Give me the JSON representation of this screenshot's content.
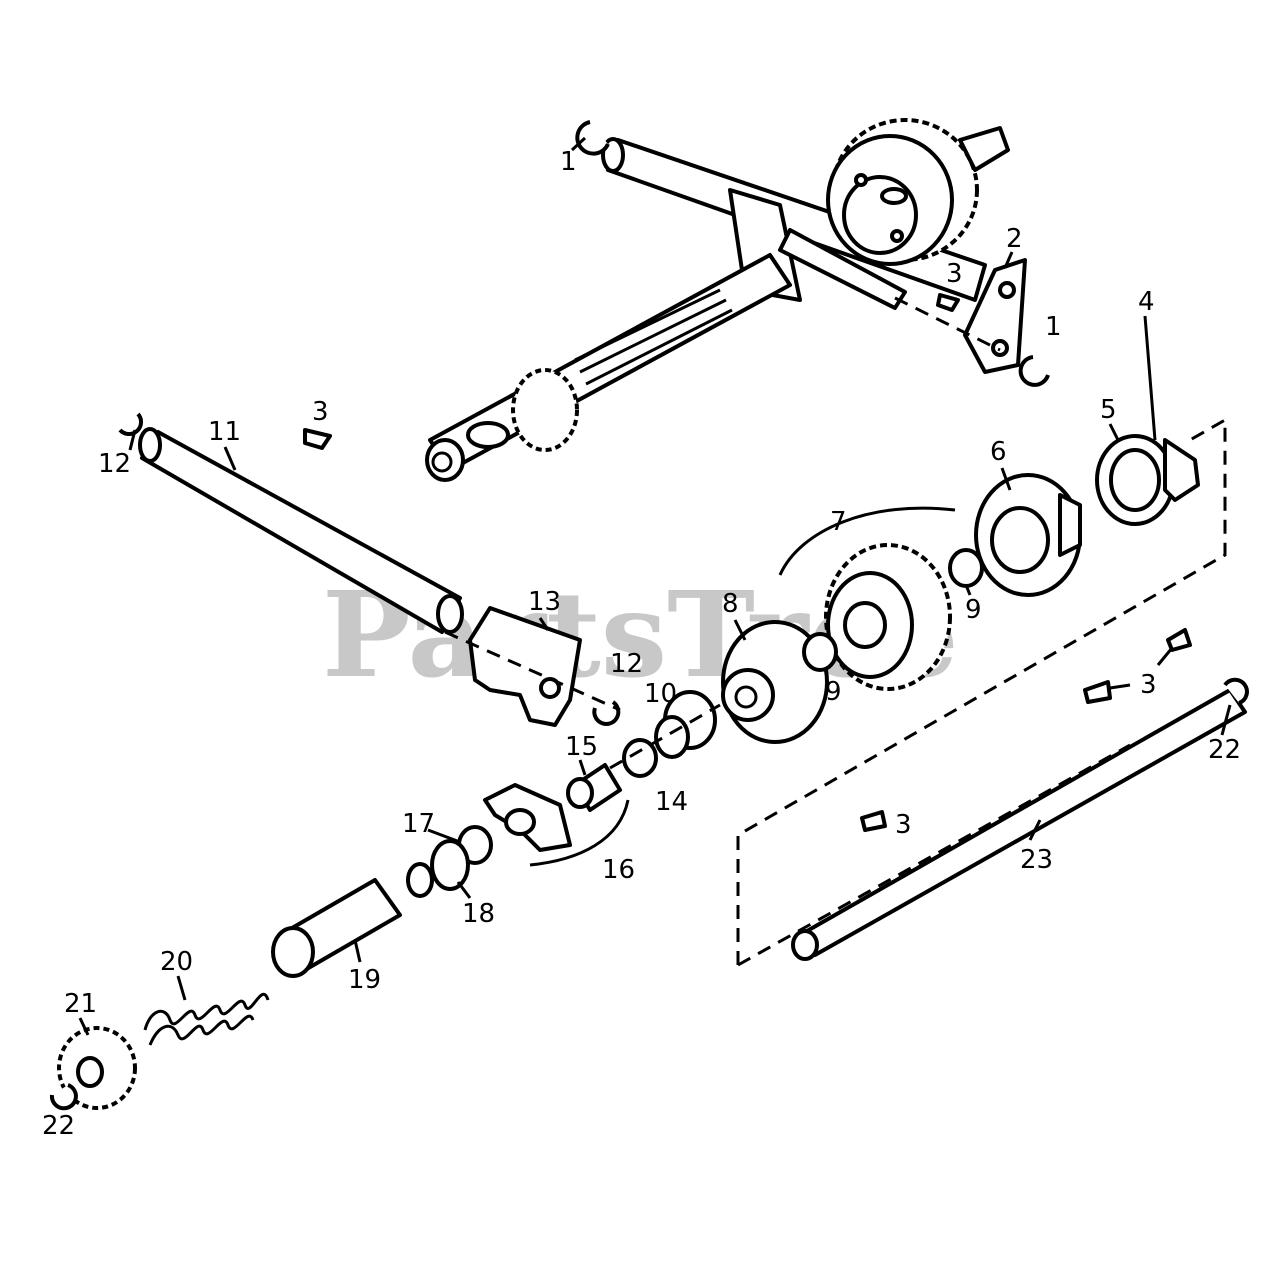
{
  "watermark": "PartsTree",
  "callouts": [
    {
      "id": "c1a",
      "text": "1"
    },
    {
      "id": "c2",
      "text": "2"
    },
    {
      "id": "c3a",
      "text": "3"
    },
    {
      "id": "c1b",
      "text": "1"
    },
    {
      "id": "c3b",
      "text": "3"
    },
    {
      "id": "c11",
      "text": "11"
    },
    {
      "id": "c12a",
      "text": "12"
    },
    {
      "id": "c4",
      "text": "4"
    },
    {
      "id": "c5",
      "text": "5"
    },
    {
      "id": "c6",
      "text": "6"
    },
    {
      "id": "c7",
      "text": "7"
    },
    {
      "id": "c8",
      "text": "8"
    },
    {
      "id": "c9a",
      "text": "9"
    },
    {
      "id": "c9b",
      "text": "9"
    },
    {
      "id": "c13",
      "text": "13"
    },
    {
      "id": "c12b",
      "text": "12"
    },
    {
      "id": "c10",
      "text": "10"
    },
    {
      "id": "c3c",
      "text": "3"
    },
    {
      "id": "c22a",
      "text": "22"
    },
    {
      "id": "c15",
      "text": "15"
    },
    {
      "id": "c14",
      "text": "14"
    },
    {
      "id": "c3d",
      "text": "3"
    },
    {
      "id": "c17",
      "text": "17"
    },
    {
      "id": "c16",
      "text": "16"
    },
    {
      "id": "c23",
      "text": "23"
    },
    {
      "id": "c18",
      "text": "18"
    },
    {
      "id": "c20",
      "text": "20"
    },
    {
      "id": "c19",
      "text": "19"
    },
    {
      "id": "c21",
      "text": "21"
    },
    {
      "id": "c22b",
      "text": "22"
    }
  ]
}
